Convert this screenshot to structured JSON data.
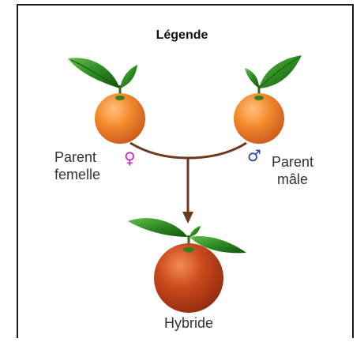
{
  "legend": {
    "title": "Légende",
    "female_parent": {
      "line1": "Parent",
      "line2": "femelle",
      "symbol": "♀"
    },
    "male_parent": {
      "line1": "Parent",
      "line2": "mâle",
      "symbol": "♂"
    },
    "hybrid": {
      "label": "Hybride"
    }
  },
  "colors": {
    "border": "#1a1a1a",
    "connector": "#6b3a1c",
    "female_symbol": "#d020c8",
    "male_symbol": "#2a3fb5",
    "parent_fruit": "#f08a2a",
    "hybrid_fruit": "#c9451a",
    "leaf": "#2f8a24"
  }
}
